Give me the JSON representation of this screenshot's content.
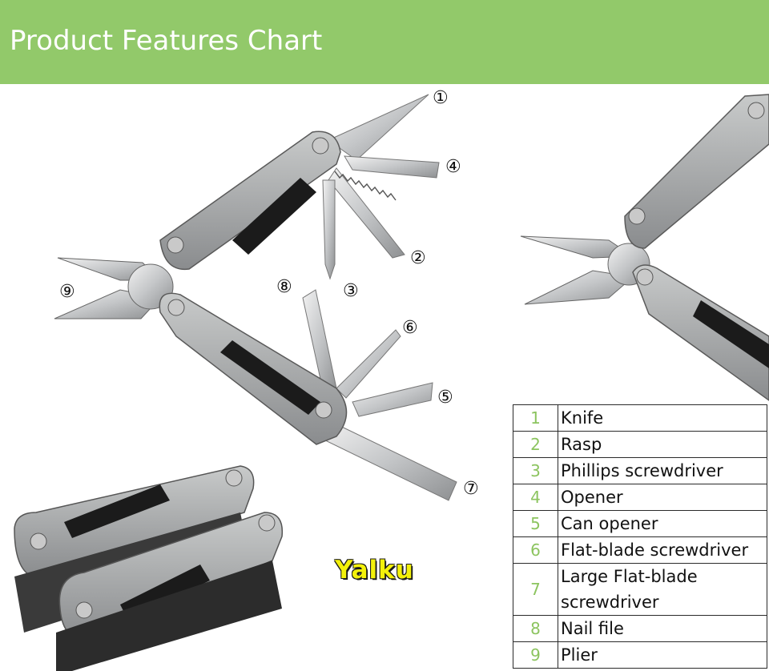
{
  "banner": {
    "title": "Product Features Chart",
    "color": "#92c96a"
  },
  "callouts": [
    "①",
    "②",
    "③",
    "④",
    "⑤",
    "⑥",
    "⑦",
    "⑧",
    "⑨"
  ],
  "brand": "Yalku",
  "features": [
    {
      "num": "1",
      "name": "Knife"
    },
    {
      "num": "2",
      "name": "Rasp"
    },
    {
      "num": "3",
      "name": "Phillips screwdriver"
    },
    {
      "num": "4",
      "name": "Opener"
    },
    {
      "num": "5",
      "name": "Can opener"
    },
    {
      "num": "6",
      "name": "Flat-blade screwdriver"
    },
    {
      "num": "7",
      "name": "Large Flat-blade screwdriver"
    },
    {
      "num": "8",
      "name": "Nail file"
    },
    {
      "num": "9",
      "name": "Plier"
    }
  ],
  "colors": {
    "number": "#8cc45f",
    "brand_text": "#f3f10a",
    "handle": "#a4a6a8"
  }
}
